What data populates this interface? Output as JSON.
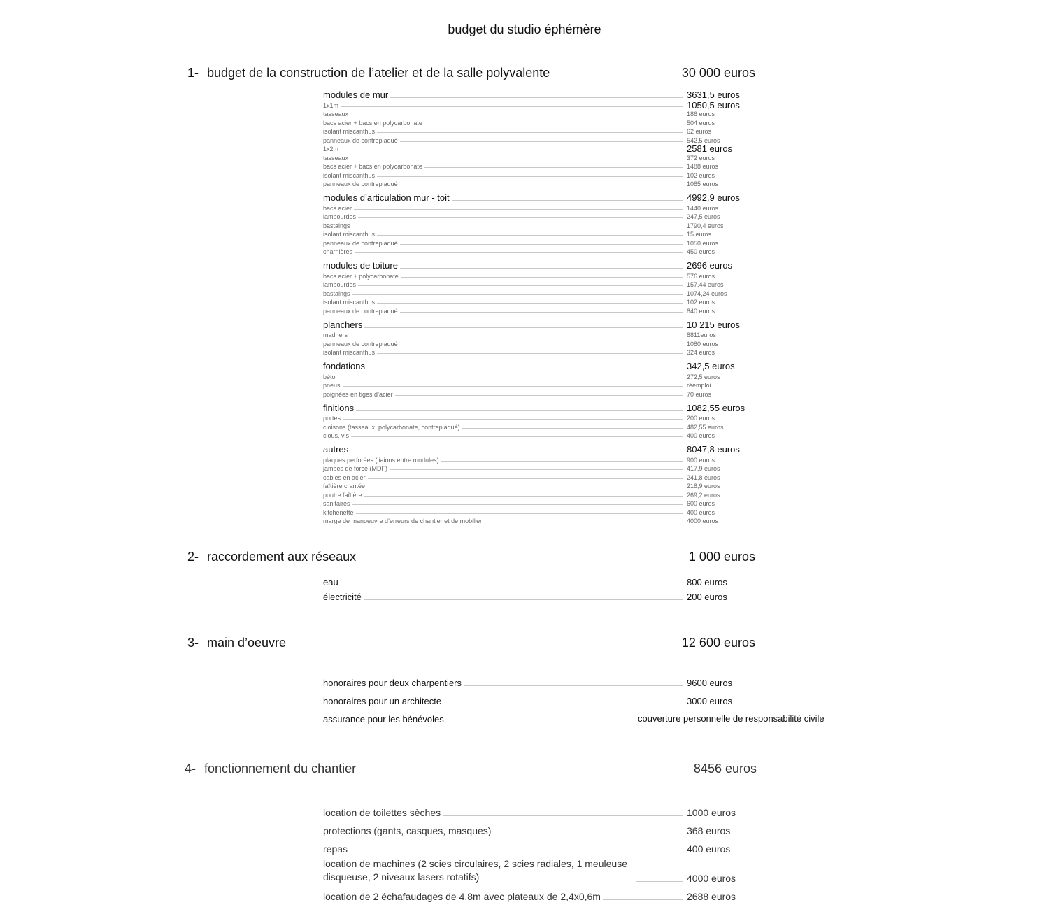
{
  "title": "budget du studio éphémère",
  "sections": [
    {
      "num": "1-",
      "label": "budget de la construction de l’atelier et de la salle polyvalente",
      "amount": "30 000 euros",
      "items": [
        {
          "t": "g",
          "label": "modules de mur",
          "value": "3631,5 euros"
        },
        {
          "t": "sb",
          "label": "1x1m",
          "value": "1050,5 euros"
        },
        {
          "t": "s",
          "label": "tasseaux",
          "value": "186 euros"
        },
        {
          "t": "s",
          "label": "bacs acier + bacs en polycarbonate",
          "value": "504 euros"
        },
        {
          "t": "s",
          "label": "isolant miscanthus",
          "value": "62 euros"
        },
        {
          "t": "s",
          "label": "panneaux de contreplaqué",
          "value": "542,5 euros"
        },
        {
          "t": "sb",
          "label": "1x2m",
          "value": "2581 euros"
        },
        {
          "t": "s",
          "label": "tasseaux",
          "value": "372 euros"
        },
        {
          "t": "s",
          "label": "bacs acier + bacs en polycarbonate",
          "value": "1488 euros"
        },
        {
          "t": "s",
          "label": "isolant miscanthus",
          "value": "102 euros"
        },
        {
          "t": "s",
          "label": "panneaux de contreplaqué",
          "value": "1085 euros"
        },
        {
          "t": "g",
          "label": "modules d’articulation mur - toit",
          "value": "4992,9 euros"
        },
        {
          "t": "s",
          "label": "bacs acier",
          "value": "1440 euros"
        },
        {
          "t": "s",
          "label": "lambourdes",
          "value": "247,5 euros"
        },
        {
          "t": "s",
          "label": "bastaings",
          "value": "1790,4 euros"
        },
        {
          "t": "s",
          "label": "isolant miscanthus",
          "value": "15 euros"
        },
        {
          "t": "s",
          "label": "panneaux de contreplaqué",
          "value": "1050 euros"
        },
        {
          "t": "s",
          "label": "charnières",
          "value": "450 euros"
        },
        {
          "t": "g",
          "label": "modules de toiture",
          "value": "2696 euros"
        },
        {
          "t": "s",
          "label": "bacs acier + polycarbonate",
          "value": "576 euros"
        },
        {
          "t": "s",
          "label": "lambourdes",
          "value": "157,44 euros"
        },
        {
          "t": "s",
          "label": "bastaings",
          "value": "1074,24 euros"
        },
        {
          "t": "s",
          "label": "isolant miscanthus",
          "value": "102 euros"
        },
        {
          "t": "s",
          "label": "panneaux de contreplaqué",
          "value": "840 euros"
        },
        {
          "t": "g",
          "label": "planchers",
          "value": "10 215 euros"
        },
        {
          "t": "s",
          "label": "madriers",
          "value": "8811euros"
        },
        {
          "t": "s",
          "label": "panneaux de contreplaqué",
          "value": "1080 euros"
        },
        {
          "t": "s",
          "label": "isolant miscanthus",
          "value": "324 euros"
        },
        {
          "t": "g",
          "label": "fondations",
          "value": "342,5 euros"
        },
        {
          "t": "s",
          "label": "béton",
          "value": "272,5 euros"
        },
        {
          "t": "s",
          "label": "pneus",
          "value": "réemploi"
        },
        {
          "t": "s",
          "label": "poignées en tiges d’acier",
          "value": "70 euros"
        },
        {
          "t": "g",
          "label": "finitions",
          "value": "1082,55 euros"
        },
        {
          "t": "s",
          "label": "portes",
          "value": "200 euros"
        },
        {
          "t": "s",
          "label": "cloisons (tasseaux, polycarbonate, contreplaqué)",
          "value": "482,55 euros"
        },
        {
          "t": "s",
          "label": "clous, vis",
          "value": "400 euros"
        },
        {
          "t": "g",
          "label": "autres",
          "value": "8047,8 euros"
        },
        {
          "t": "s",
          "label": "plaques perforées (liaions entre modules)",
          "value": "900 euros"
        },
        {
          "t": "s",
          "label": "jambes de force (MDF)",
          "value": "417,9 euros"
        },
        {
          "t": "s",
          "label": "cables en acier",
          "value": "241,8 euros"
        },
        {
          "t": "s",
          "label": "faîtière crantée",
          "value": "218,9 euros"
        },
        {
          "t": "s",
          "label": "poutre faîtière",
          "value": "269,2 euros"
        },
        {
          "t": "s",
          "label": "sanitaires",
          "value": "600 euros"
        },
        {
          "t": "s",
          "label": "kitchenette",
          "value": "400 euros"
        },
        {
          "t": "s",
          "label": "marge de manoeuvre d’erreurs de chantier et de mobilier",
          "value": "4000 euros"
        }
      ]
    },
    {
      "num": "2-",
      "label": "raccordement aux réseaux",
      "amount": "1 000 euros",
      "items": [
        {
          "t": "m",
          "label": "eau",
          "value": "800 euros"
        },
        {
          "t": "m",
          "label": "électricité",
          "value": "200 euros"
        }
      ]
    },
    {
      "num": "3-",
      "label": "main d’oeuvre",
      "amount": "12 600 euros",
      "items": [
        {
          "t": "m",
          "label": "honoraires pour deux charpentiers",
          "value": "9600 euros"
        },
        {
          "t": "m",
          "label": "honoraires pour un architecte",
          "value": "3000 euros"
        },
        {
          "t": "m",
          "label": "assurance pour les bénévoles",
          "value": "couverture personnelle de responsabilité civile"
        }
      ]
    },
    {
      "num": "4-",
      "label": "fonctionnement du chantier",
      "amount": "8456 euros",
      "items": [
        {
          "t": "m",
          "label": "location de toilettes sèches",
          "value": "1000 euros"
        },
        {
          "t": "m",
          "label": "protections (gants, casques, masques)",
          "value": "368 euros"
        },
        {
          "t": "m",
          "label": "repas",
          "value": "400 euros"
        },
        {
          "t": "m",
          "label": "location de machines (2 scies circulaires, 2 scies radiales, 1 meuleuse disqueuse, 2 niveaux lasers rotatifs)",
          "value": "4000 euros"
        },
        {
          "t": "m",
          "label": "location de 2 échafaudages de 4,8m avec plateaux de 2,4x0,6m",
          "value": "2688 euros"
        }
      ]
    }
  ]
}
